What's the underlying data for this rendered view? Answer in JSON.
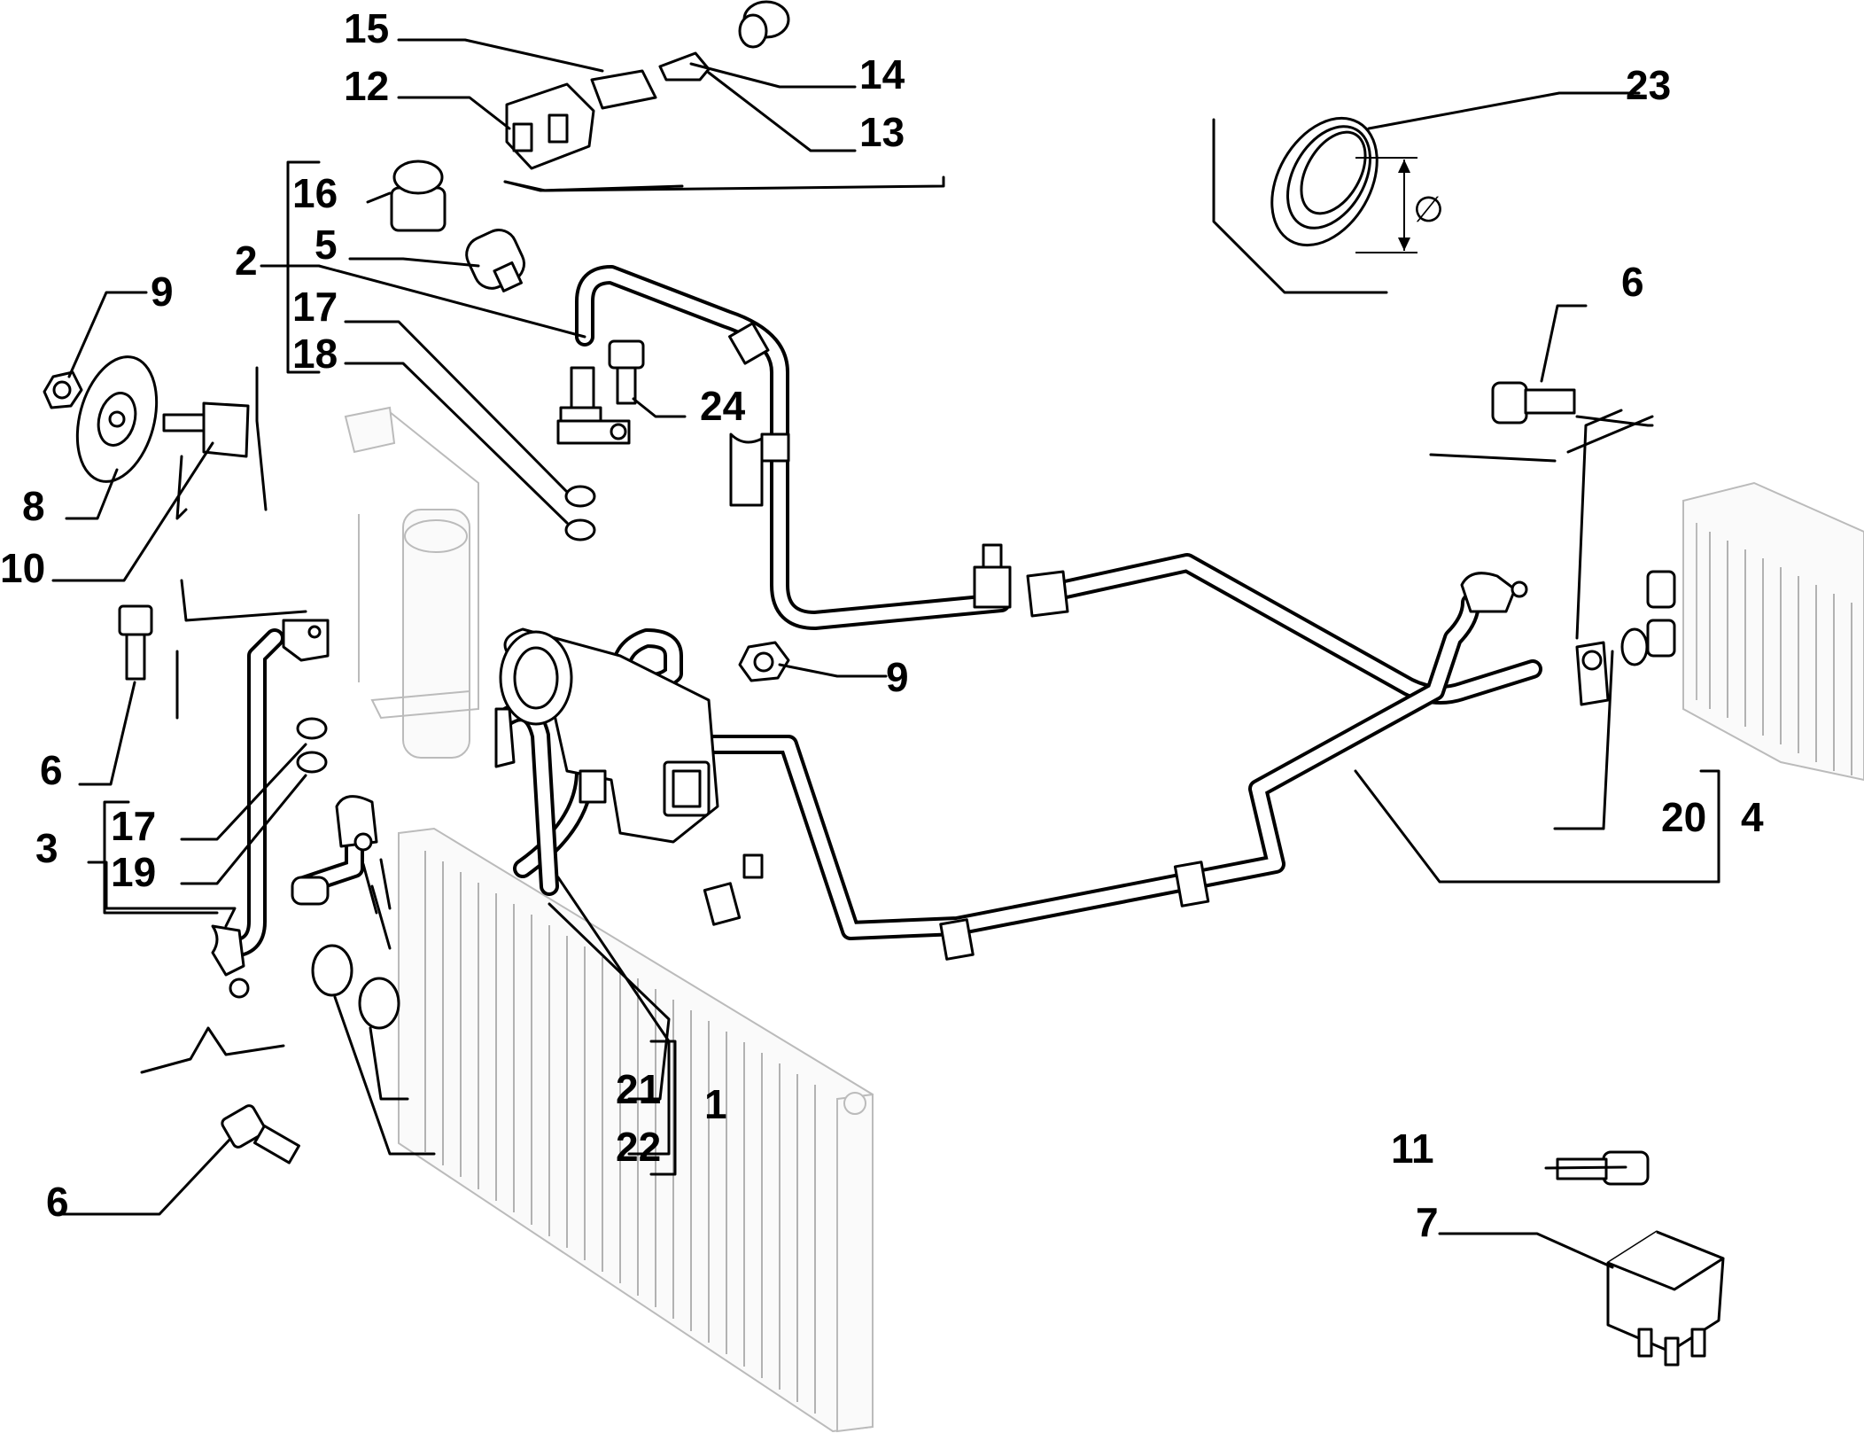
{
  "callouts": {
    "c1": "1",
    "c2": "2",
    "c3": "3",
    "c4": "4",
    "c5": "5",
    "c6a": "6",
    "c6b": "6",
    "c6c": "6",
    "c7": "7",
    "c8": "8",
    "c9a": "9",
    "c9b": "9",
    "c10": "10",
    "c11": "11",
    "c12": "12",
    "c13": "13",
    "c14": "14",
    "c15": "15",
    "c16": "16",
    "c17a": "17",
    "c17b": "17",
    "c18": "18",
    "c19": "19",
    "c20": "20",
    "c21": "21",
    "c22": "22",
    "c23": "23",
    "c24": "24"
  },
  "symbols": {
    "diameter": "∅"
  }
}
